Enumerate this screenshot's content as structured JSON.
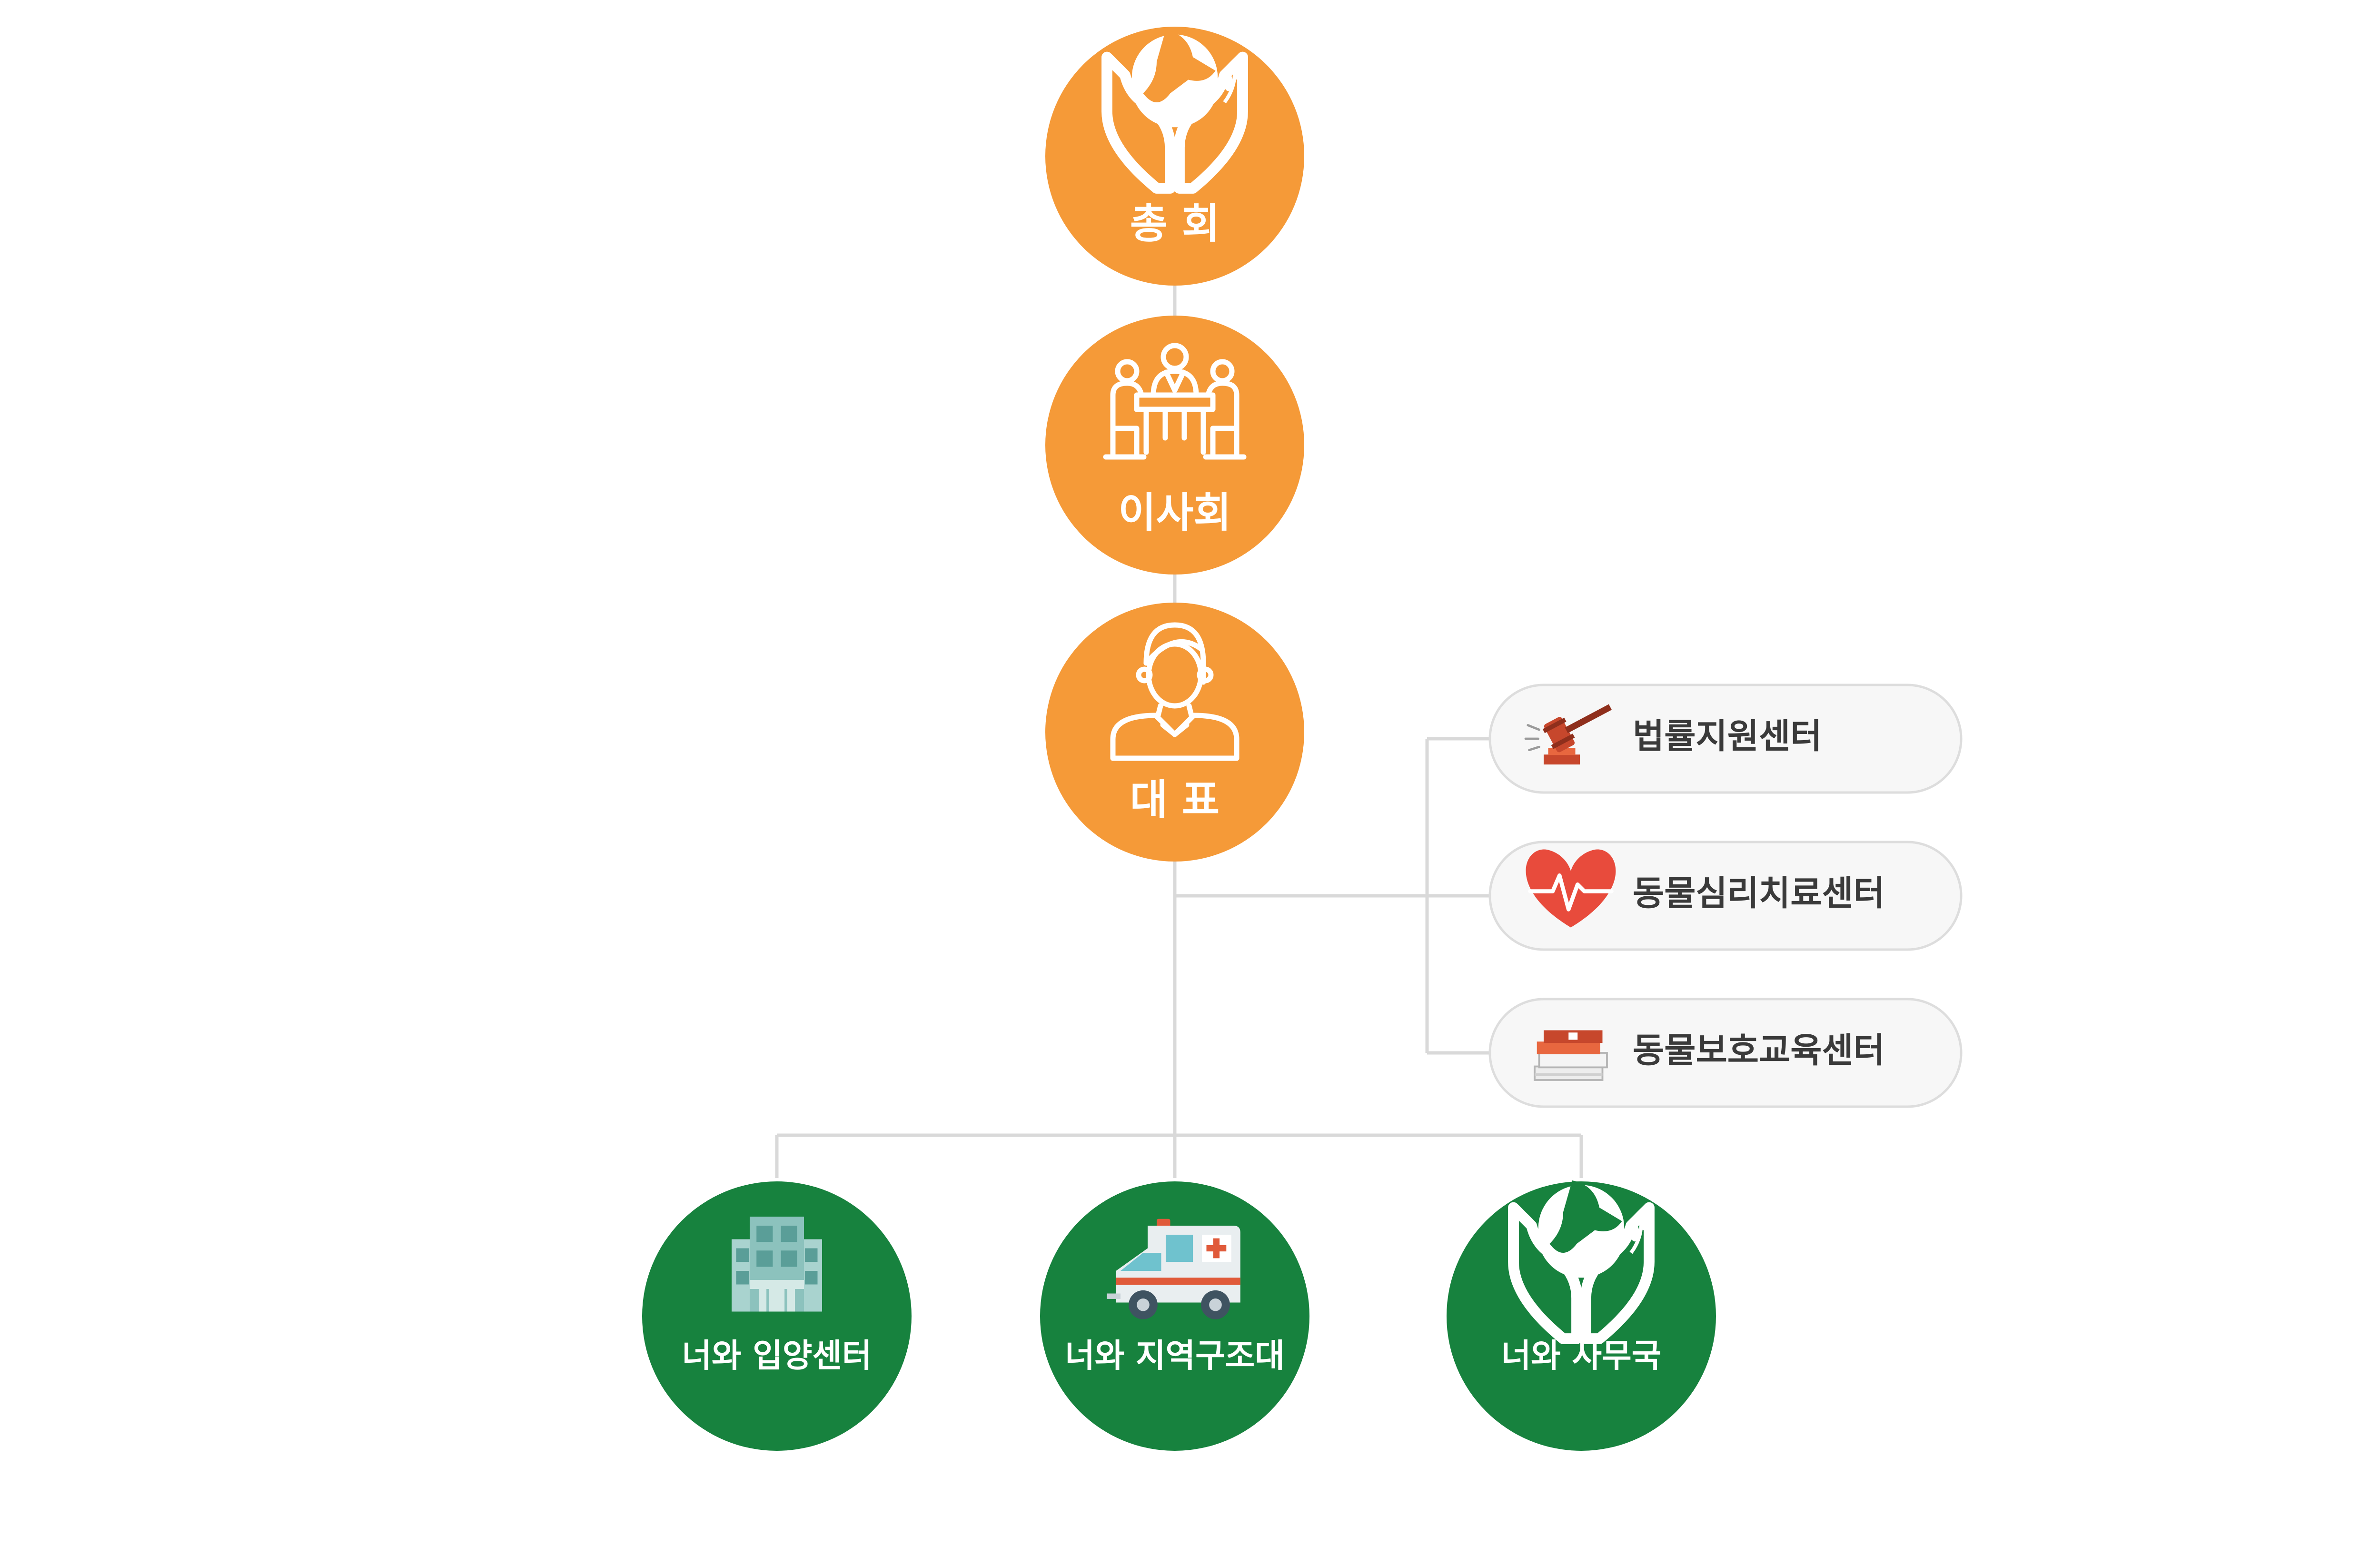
{
  "colors": {
    "orange": "#F59A38",
    "green": "#17823E",
    "connector": "#D9D9D9",
    "pill_fill": "#F7F7F7",
    "pill_border": "#DDDDDD",
    "pill_text": "#3A3A3A",
    "white": "#FFFFFF"
  },
  "hierarchy": [
    {
      "id": "general-assembly",
      "label": "총 회",
      "icon": "hands-holding-dog-icon"
    },
    {
      "id": "board",
      "label": "이사회",
      "icon": "meeting-table-icon"
    },
    {
      "id": "ceo",
      "label": "대 표",
      "icon": "representative-person-icon"
    }
  ],
  "side_centers": [
    {
      "id": "legal-support",
      "label": "법률지원센터",
      "icon": "gavel-icon"
    },
    {
      "id": "animal-therapy",
      "label": "동물심리치료센터",
      "icon": "heartbeat-icon"
    },
    {
      "id": "animal-education",
      "label": "동물보호교육센터",
      "icon": "books-icon"
    }
  ],
  "departments": [
    {
      "id": "adoption-center",
      "label": "너와 입양센터",
      "icon": "building-icon"
    },
    {
      "id": "rescue-team",
      "label": "너와 지역구조대",
      "icon": "ambulance-icon"
    },
    {
      "id": "secretariat",
      "label": "너와 사무국",
      "icon": "hands-holding-dog-icon"
    }
  ]
}
